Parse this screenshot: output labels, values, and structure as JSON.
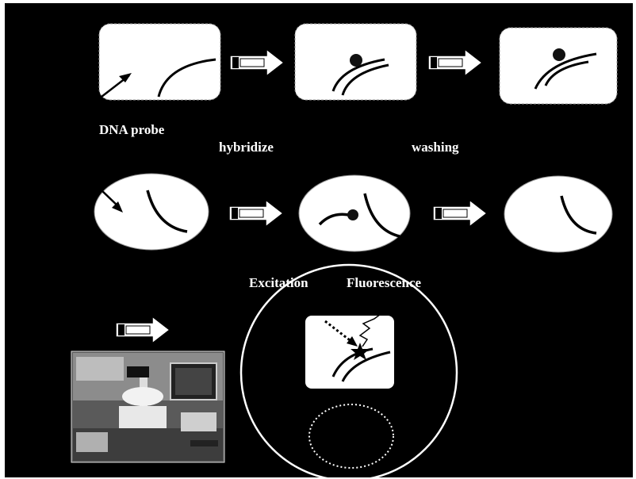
{
  "labels": {
    "dna_probe": "DNA probe",
    "hybridize": "hybridize",
    "washing": "washing",
    "excitation": "Excitation",
    "fluorescence": "Fluorescence"
  },
  "colors": {
    "background": "#000000",
    "panel": "#ffffff",
    "ink": "#000000",
    "text": "#ffffff",
    "arrow_fill": "#ffffff"
  },
  "photo": {
    "description_icon": "microscope-workstation-photo"
  }
}
